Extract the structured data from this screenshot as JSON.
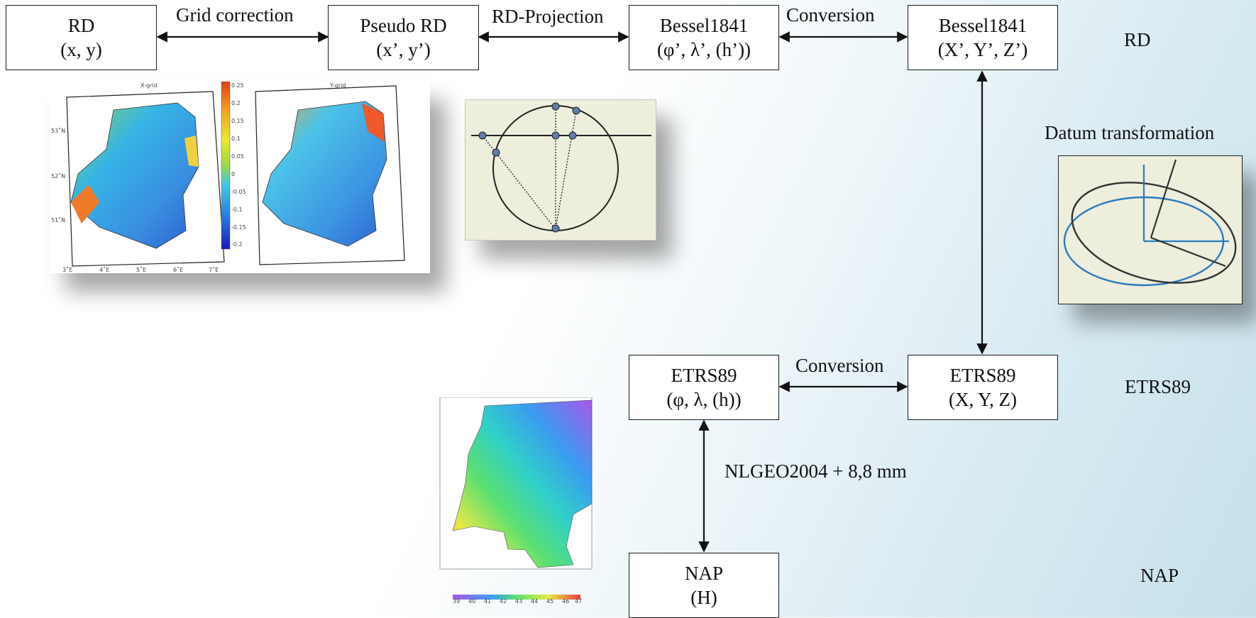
{
  "boxes": {
    "rd": {
      "line1": "RD",
      "line2": "(x, y)"
    },
    "pseudo_rd": {
      "line1": "Pseudo RD",
      "line2": "(x’, y’)"
    },
    "bessel_geo": {
      "line1": "Bessel1841",
      "line2": "(φ’, λ’, (h’))"
    },
    "bessel_cart": {
      "line1": "Bessel1841",
      "line2": "(X’, Y’, Z’)"
    },
    "etrs_geo": {
      "line1": "ETRS89",
      "line2": "(φ, λ, (h))"
    },
    "etrs_cart": {
      "line1": "ETRS89",
      "line2": "(X, Y, Z)"
    },
    "nap": {
      "line1": "NAP",
      "line2": "(H)"
    }
  },
  "edges": {
    "grid_correction": "Grid correction",
    "rd_projection": "RD-Projection",
    "conversion_top": "Conversion",
    "conversion_bottom": "Conversion",
    "datum_transformation": "Datum transformation",
    "geoid": "NLGEO2004 + 8,8 mm"
  },
  "side_labels": {
    "rd": "RD",
    "etrs89": "ETRS89",
    "nap": "NAP"
  },
  "figures": {
    "xgrid_title": "X-grid",
    "ygrid_title": "Y-grid",
    "lat_ticks": [
      "53˚N",
      "52˚N",
      "51˚N"
    ],
    "lon_ticks": [
      "3˚E",
      "4˚E",
      "5˚E",
      "6˚E",
      "7˚E"
    ],
    "colorbar_ticks": [
      "0.25",
      "0.2",
      "0.15",
      "0.1",
      "0.05",
      "0",
      "-0.05",
      "-0.1",
      "-0.15",
      "-0.2"
    ],
    "geoid_bar_ticks": [
      "39",
      "40",
      "41",
      "42",
      "43",
      "44",
      "45",
      "46",
      "47"
    ]
  },
  "colors": {
    "line": "#111111",
    "ellipse_blue": "#2b7bbf",
    "figure_bg": "#eeeedd"
  }
}
